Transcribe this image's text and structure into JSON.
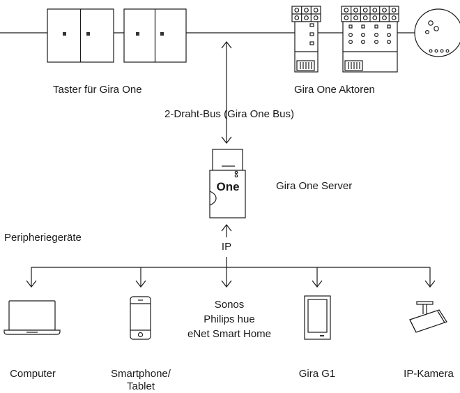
{
  "labels": {
    "taster": "Taster für Gira One",
    "aktoren": "Gira One Aktoren",
    "bus": "2-Draht-Bus (Gira One Bus)",
    "server": "Gira One Server",
    "server_logo": "One",
    "periphery": "Peripheriegeräte",
    "ip": "IP"
  },
  "integrations": [
    "Sonos",
    "Philips hue",
    "eNet Smart Home"
  ],
  "devices": {
    "computer": "Computer",
    "smartphone": "Smartphone/",
    "smartphone_line2": "Tablet",
    "gira_g1": "Gira G1",
    "ip_camera": "IP-Kamera"
  },
  "colors": {
    "stroke": "#1a1a1a",
    "background": "#ffffff"
  },
  "icons": [
    "push-button-icon",
    "actuator-icon",
    "flush-mounted-actuator-icon",
    "server-icon",
    "laptop-icon",
    "smartphone-icon",
    "tablet-icon",
    "ip-camera-icon"
  ]
}
